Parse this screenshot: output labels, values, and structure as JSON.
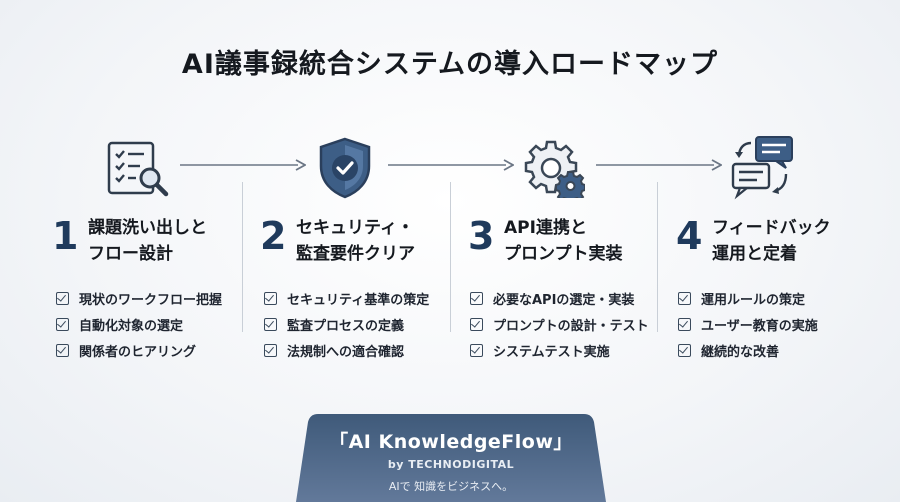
{
  "title": "AI議事録統合システムの導入ロードマップ",
  "phases": [
    {
      "number": "1",
      "title_line1": "課題洗い出しと",
      "title_line2": "フロー設計",
      "icon": "checklist-search-icon",
      "items": [
        "現状のワークフロー把握",
        "自動化対象の選定",
        "関係者のヒアリング"
      ]
    },
    {
      "number": "2",
      "title_line1": "セキュリティ・",
      "title_line2": "監査要件クリア",
      "icon": "shield-check-icon",
      "items": [
        "セキュリティ基準の策定",
        "監査プロセスの定義",
        "法規制への適合確認"
      ]
    },
    {
      "number": "3",
      "title_line1": "API連携と",
      "title_line2": "プロンプト実装",
      "icon": "gears-icon",
      "items": [
        "必要なAPIの選定・実装",
        "プロンプトの設計・テスト",
        "システムテスト実施"
      ]
    },
    {
      "number": "4",
      "title_line1": "フィードバック",
      "title_line2": "運用と定着",
      "icon": "feedback-cycle-icon",
      "items": [
        "運用ルールの策定",
        "ユーザー教育の実施",
        "継続的な改善"
      ]
    }
  ],
  "brand": {
    "name": "「AI KnowledgeFlow」",
    "byline": "by TECHNODIGITAL",
    "tagline": "AIで 知識をビジネスへ。"
  },
  "colors": {
    "accent_navy": "#1f3a5c",
    "icon_blue": "#3d5e86",
    "banner_top": "#3f5a7a",
    "banner_bottom": "#5d7694"
  }
}
